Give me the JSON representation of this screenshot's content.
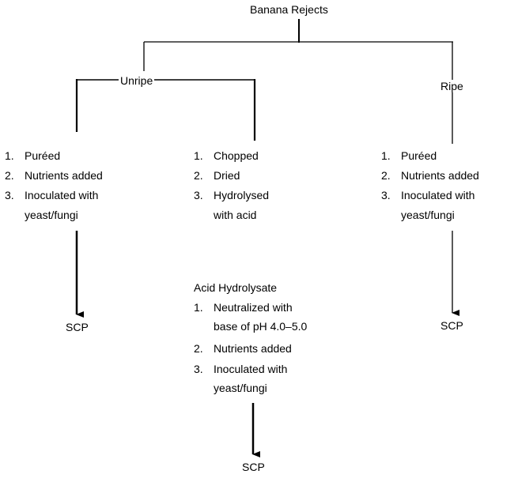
{
  "root": {
    "label": "Banana Rejects"
  },
  "branches": {
    "unripe": {
      "label": "Unripe"
    },
    "ripe": {
      "label": "Ripe"
    }
  },
  "columns": {
    "unripe_puree": {
      "steps": [
        {
          "num": "1.",
          "text": "Puréed"
        },
        {
          "num": "2.",
          "text": "Nutrients added"
        },
        {
          "num": "3.",
          "text": "Inoculated with",
          "cont": "yeast/fungi"
        }
      ],
      "output": "SCP"
    },
    "unripe_chop": {
      "steps": [
        {
          "num": "1.",
          "text": "Chopped"
        },
        {
          "num": "2.",
          "text": "Dried"
        },
        {
          "num": "3.",
          "text": "Hydrolysed",
          "cont": "with acid"
        }
      ]
    },
    "ripe_puree": {
      "steps": [
        {
          "num": "1.",
          "text": "Puréed"
        },
        {
          "num": "2.",
          "text": "Nutrients added"
        },
        {
          "num": "3.",
          "text": "Inoculated with",
          "cont": "yeast/fungi"
        }
      ],
      "output": "SCP"
    },
    "acid_hydrolysate": {
      "title": "Acid Hydrolysate",
      "steps": [
        {
          "num": "1.",
          "text": "Neutralized with",
          "cont": "base of pH 4.0–5.0"
        },
        {
          "num": "2.",
          "text": "Nutrients added"
        },
        {
          "num": "3.",
          "text": "Inoculated with",
          "cont": "yeast/fungi"
        }
      ],
      "output": "SCP"
    }
  }
}
